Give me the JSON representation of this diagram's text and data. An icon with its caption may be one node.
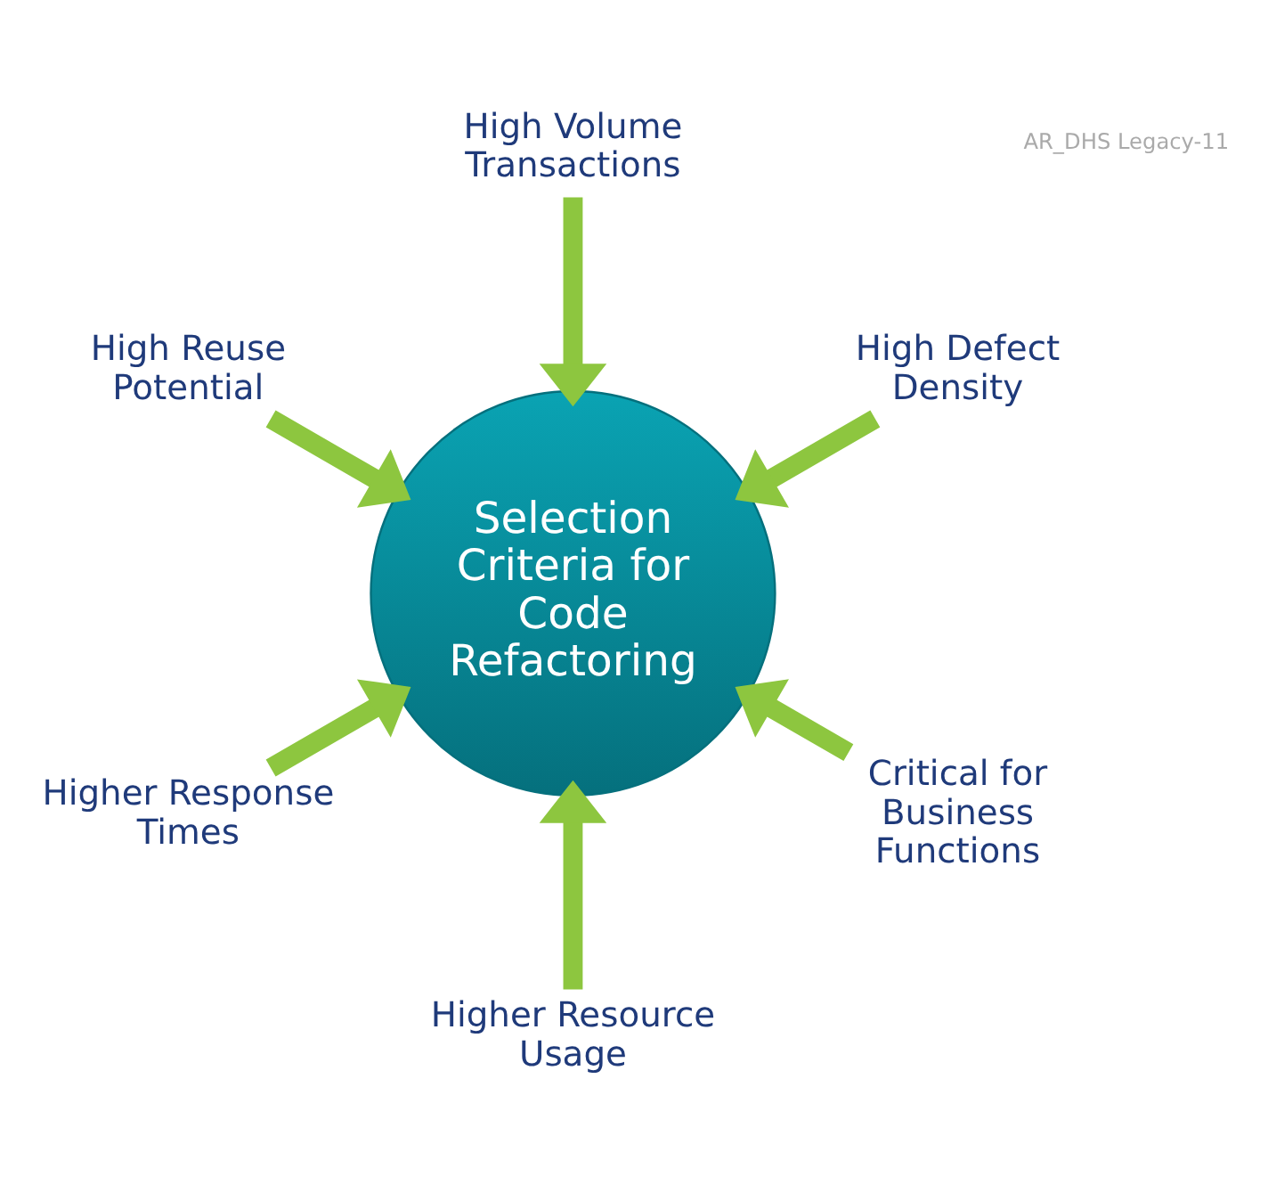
{
  "diagram": {
    "nodes": [
      {
        "text": [
          "Selection Criteria for Code Refactoring"
        ]
      },
      {
        "text": [
          "High Volume Transactions"
        ]
      },
      {
        "text": [
          "High Defect Density"
        ]
      },
      {
        "text": [
          "Critical for Business Functions"
        ]
      },
      {
        "text": [
          "Higher Resource Usage"
        ]
      },
      {
        "text": [
          "Higher Response Times"
        ]
      },
      {
        "text": [
          "High Reuse Potential"
        ]
      }
    ],
    "edges": [
      {
        "from": 1,
        "to": 0,
        "arrow": "to"
      },
      {
        "from": 2,
        "to": 0,
        "arrow": "to"
      },
      {
        "from": 3,
        "to": 0,
        "arrow": "to"
      },
      {
        "from": 4,
        "to": 0,
        "arrow": "to"
      },
      {
        "from": 5,
        "to": 0,
        "arrow": "to"
      },
      {
        "from": 6,
        "to": 0,
        "arrow": "to"
      }
    ],
    "labels": [
      "AR_DHS Legacy-11"
    ]
  }
}
